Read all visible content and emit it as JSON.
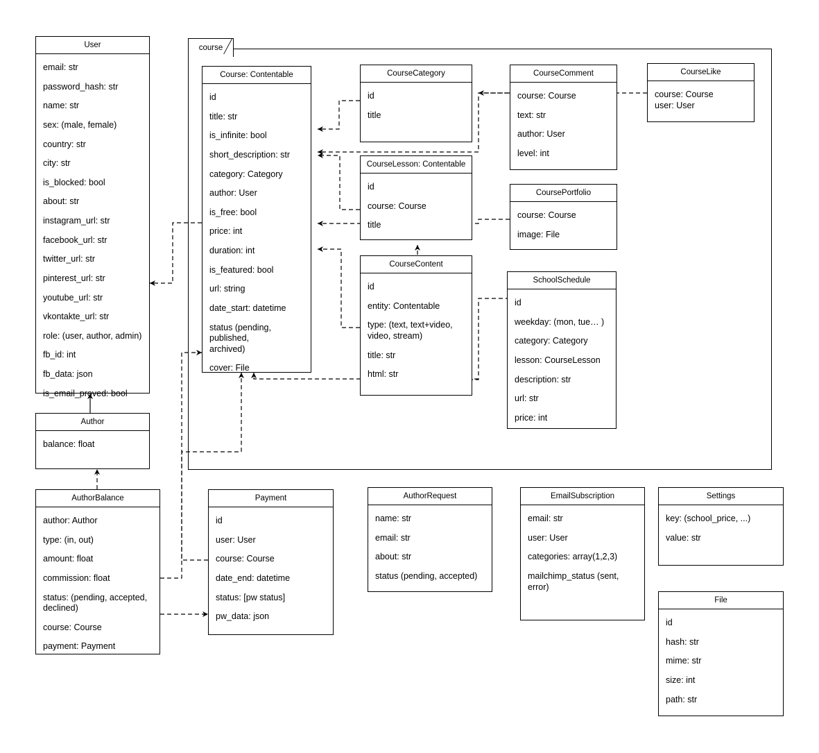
{
  "diagram": {
    "kind": "uml-class-diagram",
    "package": {
      "label": "course"
    }
  },
  "classes": {
    "user": {
      "name": "User",
      "attrs": [
        "email: str",
        "password_hash: str",
        "name: str",
        "sex: (male, female)",
        "country: str",
        "city: str",
        "is_blocked: bool",
        "about: str",
        "instagram_url: str",
        "facebook_url: str",
        "twitter_url: str",
        "pinterest_url: str",
        "youtube_url: str",
        "vkontakte_url: str",
        "role: (user, author, admin)",
        "fb_id: int",
        "fb_data: json",
        "is_email_proved: bool"
      ]
    },
    "author": {
      "name": "Author",
      "attrs": [
        "balance: float"
      ]
    },
    "author_balance": {
      "name": "AuthorBalance",
      "attrs": [
        "author: Author",
        "type: (in, out)",
        "amount: float",
        "commission: float",
        "status: (pending, accepted,\ndeclined)",
        "course: Course",
        "payment: Payment"
      ]
    },
    "course": {
      "name": "Course: Contentable",
      "attrs": [
        "id",
        "title: str",
        "is_infinite: bool",
        "short_description: str",
        "category: Category",
        "author: User",
        "is_free: bool",
        "price: int",
        "duration: int",
        "is_featured: bool",
        "url: string",
        "date_start: datetime",
        "status (pending, published,\narchived)",
        "cover: File"
      ]
    },
    "course_category": {
      "name": "CourseCategory",
      "attrs": [
        "id",
        "title"
      ]
    },
    "course_lesson": {
      "name": "CourseLesson: Contentable",
      "attrs": [
        "id",
        "course: Course",
        "title"
      ]
    },
    "course_content": {
      "name": "CourseContent",
      "attrs": [
        "id",
        "entity: Contentable",
        "type: (text, text+video,\nvideo, stream)",
        "title: str",
        "html: str"
      ]
    },
    "course_comment": {
      "name": "CourseComment",
      "attrs": [
        "course: Course",
        "text: str",
        "author: User",
        "level: int"
      ]
    },
    "course_portfolio": {
      "name": "CoursePortfolio",
      "attrs": [
        "course: Course",
        "image: File"
      ]
    },
    "course_like": {
      "name": "CourseLike",
      "attrs": [
        "course: Course\nuser: User"
      ]
    },
    "school_schedule": {
      "name": "SchoolSchedule",
      "attrs": [
        "id",
        "weekday: (mon, tue… )",
        "category: Category",
        "lesson: CourseLesson",
        "description: str",
        "url: str",
        "price: int"
      ]
    },
    "payment": {
      "name": "Payment",
      "attrs": [
        "id",
        "user: User",
        "course: Course",
        "date_end: datetime",
        "status: [pw status]",
        "pw_data: json"
      ]
    },
    "author_request": {
      "name": "AuthorRequest",
      "attrs": [
        "name: str",
        "email: str",
        "about: str",
        "status (pending, accepted)"
      ]
    },
    "email_subscription": {
      "name": "EmailSubscription",
      "attrs": [
        "email: str",
        "user: User",
        "categories: array(1,2,3)",
        "mailchimp_status (sent, error)"
      ]
    },
    "settings": {
      "name": "Settings",
      "attrs": [
        "key: (school_price, ...)",
        "value: str"
      ]
    },
    "file": {
      "name": "File",
      "attrs": [
        "id",
        "hash: str",
        "mime: str",
        "size: int",
        "path: str"
      ]
    }
  },
  "colors": {
    "stroke": "#000000",
    "background": "#ffffff"
  }
}
